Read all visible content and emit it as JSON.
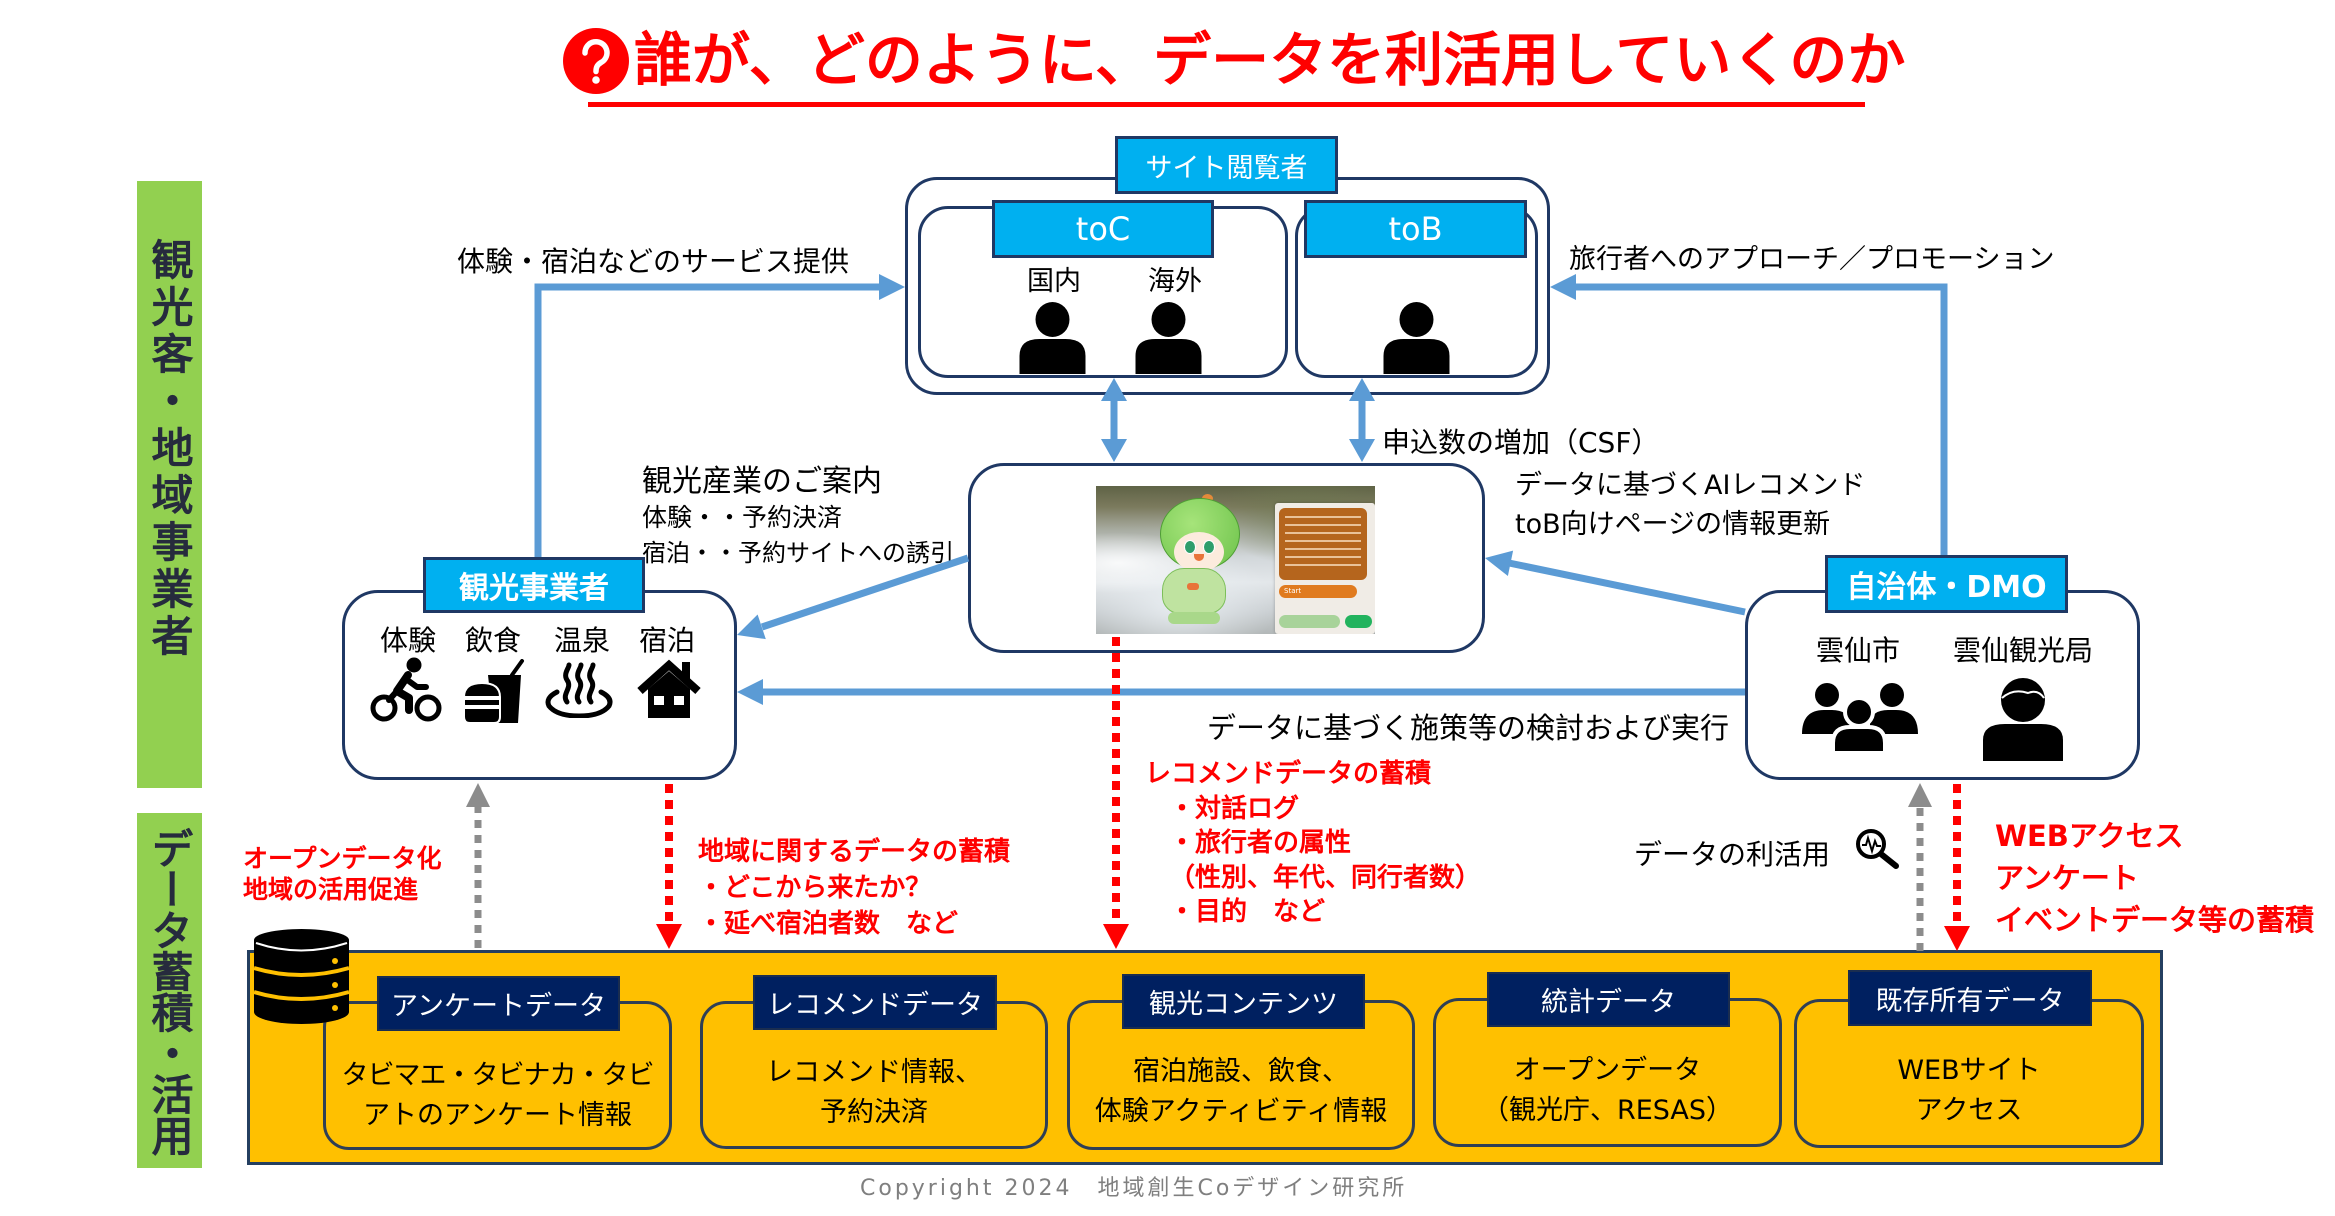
{
  "title": {
    "icon": "question-circle-icon",
    "text": "誰が、どのように、データを利活用していくのか"
  },
  "side_labels": [
    "観光客・地域事業者",
    "データ蓄積・活用"
  ],
  "site_viewers": {
    "label": "サイト閲覧者",
    "groups": [
      {
        "label": "toC",
        "members": [
          {
            "label": "国内",
            "icon": "person-icon"
          },
          {
            "label": "海外",
            "icon": "person-icon"
          }
        ]
      },
      {
        "label": "toB",
        "members": [
          {
            "icon": "person-icon"
          }
        ]
      }
    ]
  },
  "ai_panel": {
    "image": "ai-chat-screenshot",
    "start_button": "Start"
  },
  "tourism_businesses": {
    "label": "観光事業者",
    "items": [
      {
        "label": "体験",
        "icon": "bicycle-icon"
      },
      {
        "label": "飲食",
        "icon": "burger-drink-icon"
      },
      {
        "label": "温泉",
        "icon": "hot-spring-icon"
      },
      {
        "label": "宿泊",
        "icon": "house-icon"
      }
    ]
  },
  "local_government": {
    "label": "自治体・DMO",
    "items": [
      {
        "label": "雲仙市",
        "icon": "group-icon"
      },
      {
        "label": "雲仙観光局",
        "icon": "person-icon"
      }
    ]
  },
  "flows": {
    "service_provision": "体験・宿泊などのサービス提供",
    "promotion": "旅行者へのアプローチ／プロモーション",
    "csf": "申込数の増加（CSF）",
    "industry_guide": {
      "title": "観光産業のご案内",
      "lines": [
        "体験・・予約決済",
        "宿泊・・予約サイトへの誘引"
      ]
    },
    "ai_recommend": [
      "データに基づくAIレコメンド",
      "toB向けページの情報更新"
    ],
    "policy": "データに基づく施策等の検討および実行",
    "data_utilization": {
      "label": "データの利活用",
      "icon": "data-search-icon"
    }
  },
  "accumulation_notes": {
    "open_data": [
      "オープンデータ化",
      "地域の活用促進"
    ],
    "regional": [
      "地域に関するデータの蓄積",
      "・どこから来たか？",
      "・延べ宿泊者数　など"
    ],
    "recommend": [
      "レコメンドデータの蓄積",
      "・対話ログ",
      "・旅行者の属性",
      "（性別、年代、同行者数）",
      "・目的　など"
    ],
    "web": [
      "WEBアクセス",
      "アンケート",
      "イベントデータ等の蓄積"
    ]
  },
  "data_store": {
    "icon": "database-icon",
    "boxes": [
      {
        "label": "アンケートデータ",
        "lines": [
          "タビマエ・タビナカ・タビ",
          "アトのアンケート情報"
        ]
      },
      {
        "label": "レコメンドデータ",
        "lines": [
          "レコメンド情報、",
          "予約決済"
        ]
      },
      {
        "label": "観光コンテンツ",
        "lines": [
          "宿泊施設、飲食、",
          "体験アクティビティ情報"
        ]
      },
      {
        "label": "統計データ",
        "lines": [
          "オープンデータ",
          "（観光庁、RESAS）"
        ]
      },
      {
        "label": "既存所有データ",
        "lines": [
          "WEBサイト",
          "アクセス"
        ]
      }
    ]
  },
  "copyright": "Copyright 2024　地域創生Coデザイン研究所",
  "colors": {
    "title_red": "#FF0000",
    "label_blue": "#00B0F0",
    "label_navy": "#002060",
    "outline_navy": "#1F3864",
    "storage_amber": "#FFC000",
    "side_green": "#92D050",
    "arrow_blue": "#5B9BD5",
    "arrow_gray": "#8C8C8C",
    "copyright_gray": "#7F7F7F"
  }
}
